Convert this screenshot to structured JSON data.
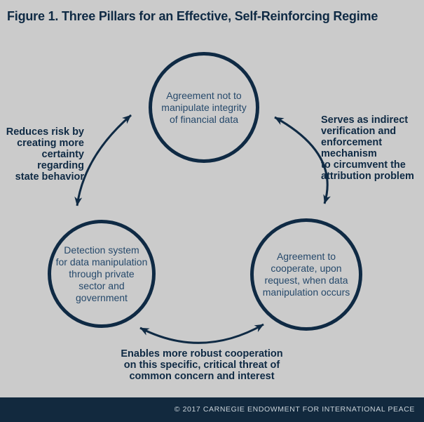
{
  "figure": {
    "title": "Figure 1. Three Pillars for an Effective, Self-Reinforcing Regime"
  },
  "diagram": {
    "nodes": [
      {
        "id": "no-manipulation-agreement",
        "label": "Agreement not to\nmanipulate integrity\nof financial data"
      },
      {
        "id": "detection-system",
        "label": "Detection system\nfor data manipulation\nthrough private\nsector and\ngovernment"
      },
      {
        "id": "cooperation-agreement",
        "label": "Agreement to\ncooperate, upon\nrequest, when data\nmanipulation occurs"
      }
    ],
    "edge_labels": [
      {
        "id": "left",
        "text": "Reduces risk by\ncreating more\ncertainty regarding\nstate behavior"
      },
      {
        "id": "right",
        "text": "Serves as indirect\nverification and\nenforcement mechanism\nto circumvent the\nattribution problem"
      },
      {
        "id": "bottom",
        "text": "Enables more robust cooperation\non this specific, critical threat of\ncommon concern and interest"
      }
    ],
    "arrow_style": "double-headed curved arrows bowing outward"
  },
  "footer": {
    "copyright": "© 2017 CARNEGIE ENDOWMENT FOR INTERNATIONAL PEACE"
  },
  "colors": {
    "background": "#cbcbcb",
    "navy": "#0f2a44",
    "circle_text": "#26496b",
    "footer_bg": "#12293e",
    "footer_text": "#c9d2d9"
  }
}
